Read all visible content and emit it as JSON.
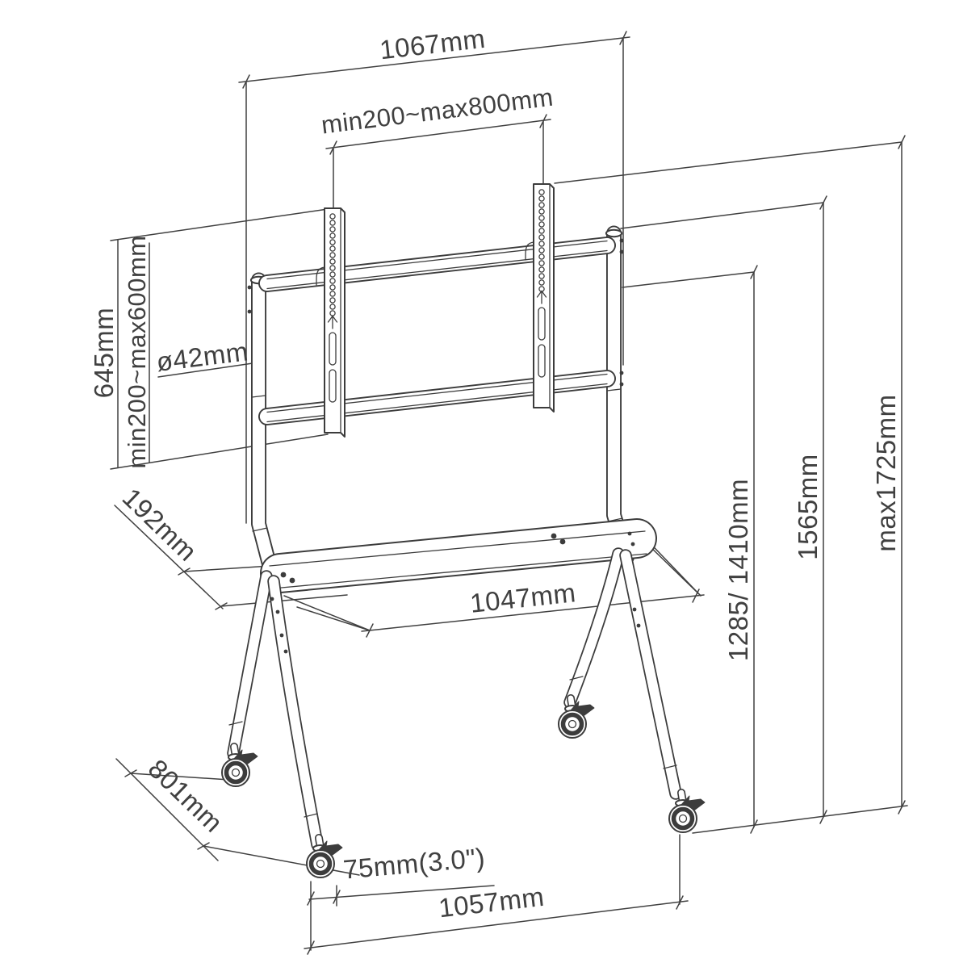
{
  "colors": {
    "background": "#ffffff",
    "line": "#3c3c3c",
    "text": "#404040"
  },
  "figure": {
    "kind": "technical dimension drawing",
    "subject": "mobile display floor stand with two columns, VESA rails, shelf and four locking casters"
  },
  "dim_labels": {
    "top_width": "1067mm",
    "vesa_width": "min200~max800mm",
    "rail_height": "645mm",
    "vesa_height": "min200~max600mm",
    "pole_diameter": "ø42mm",
    "shelf_depth": "192mm",
    "shelf_width": "1047mm",
    "screen_heights": "1285/ 1410mm",
    "column_height": "1565mm",
    "max_height": "max1725mm",
    "base_depth": "801mm",
    "caster_size": "75mm(3.0\")",
    "base_width": "1057mm"
  }
}
